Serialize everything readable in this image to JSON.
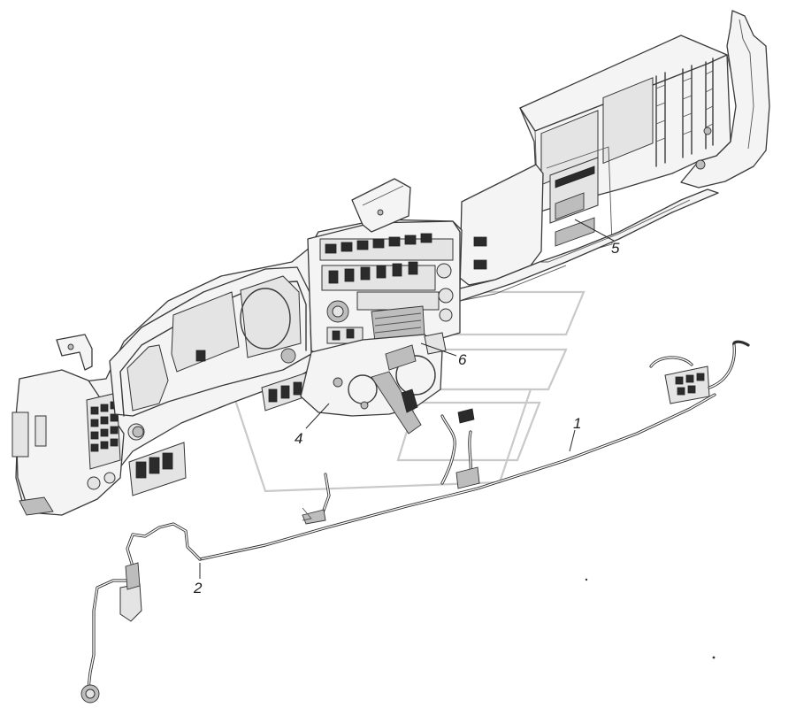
{
  "callouts": [
    {
      "id": "1",
      "label": "1"
    },
    {
      "id": "2",
      "label": "2"
    },
    {
      "id": "4",
      "label": "4"
    },
    {
      "id": "5",
      "label": "5"
    },
    {
      "id": "6",
      "label": "6"
    }
  ],
  "colors": {
    "line": "#3a3a3a",
    "watermark": "#c9c9c9",
    "background": "#ffffff"
  }
}
